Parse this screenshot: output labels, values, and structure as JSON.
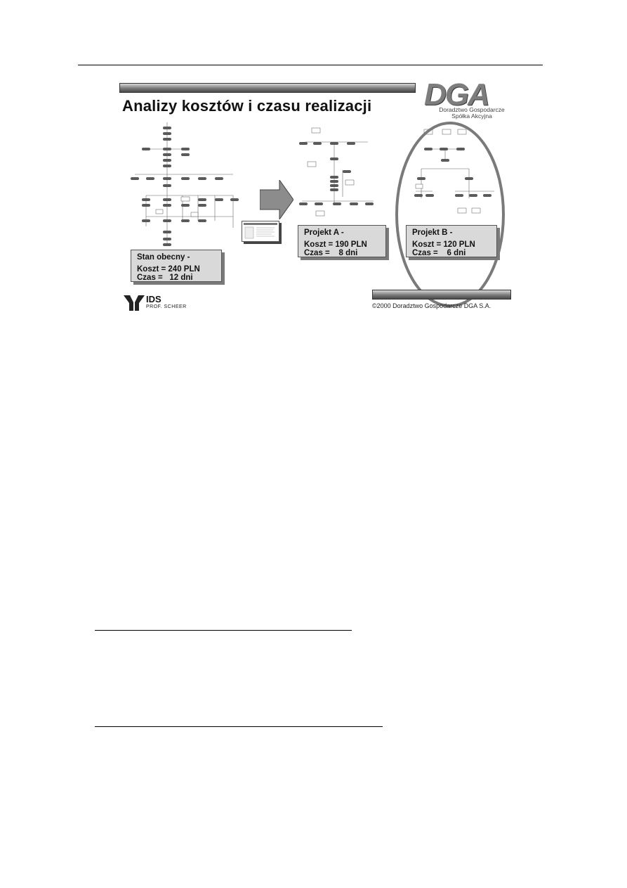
{
  "slide": {
    "title": "Analizy kosztów i czasu realizacji",
    "brand": {
      "name": "DGA",
      "tagline_line1": "Doradztwo Gospodarcze",
      "tagline_line2": "Spółka Akcyjna"
    },
    "current_state": {
      "heading": "Stan obecny -",
      "cost": "Koszt = 240 PLN",
      "time": "Czas =   12 dni"
    },
    "project_a": {
      "heading": "Projekt A -",
      "cost": "Koszt = 190 PLN",
      "time": "Czas =    8 dni"
    },
    "project_b": {
      "heading": "Projekt B -",
      "cost": "Koszt = 120 PLN",
      "time": "Czas =    6 dni"
    },
    "partner_logo": {
      "name": "IDS",
      "subtitle": "PROF. SCHEER"
    },
    "copyright": "©2000 Doradztwo Gospodarcze DGA S.A."
  },
  "colors": {
    "bar_dark": "#4a4a4a",
    "box_fill": "#d9d9d9",
    "ellipse": "#7a7a7a",
    "node": "#5a5a5a"
  }
}
